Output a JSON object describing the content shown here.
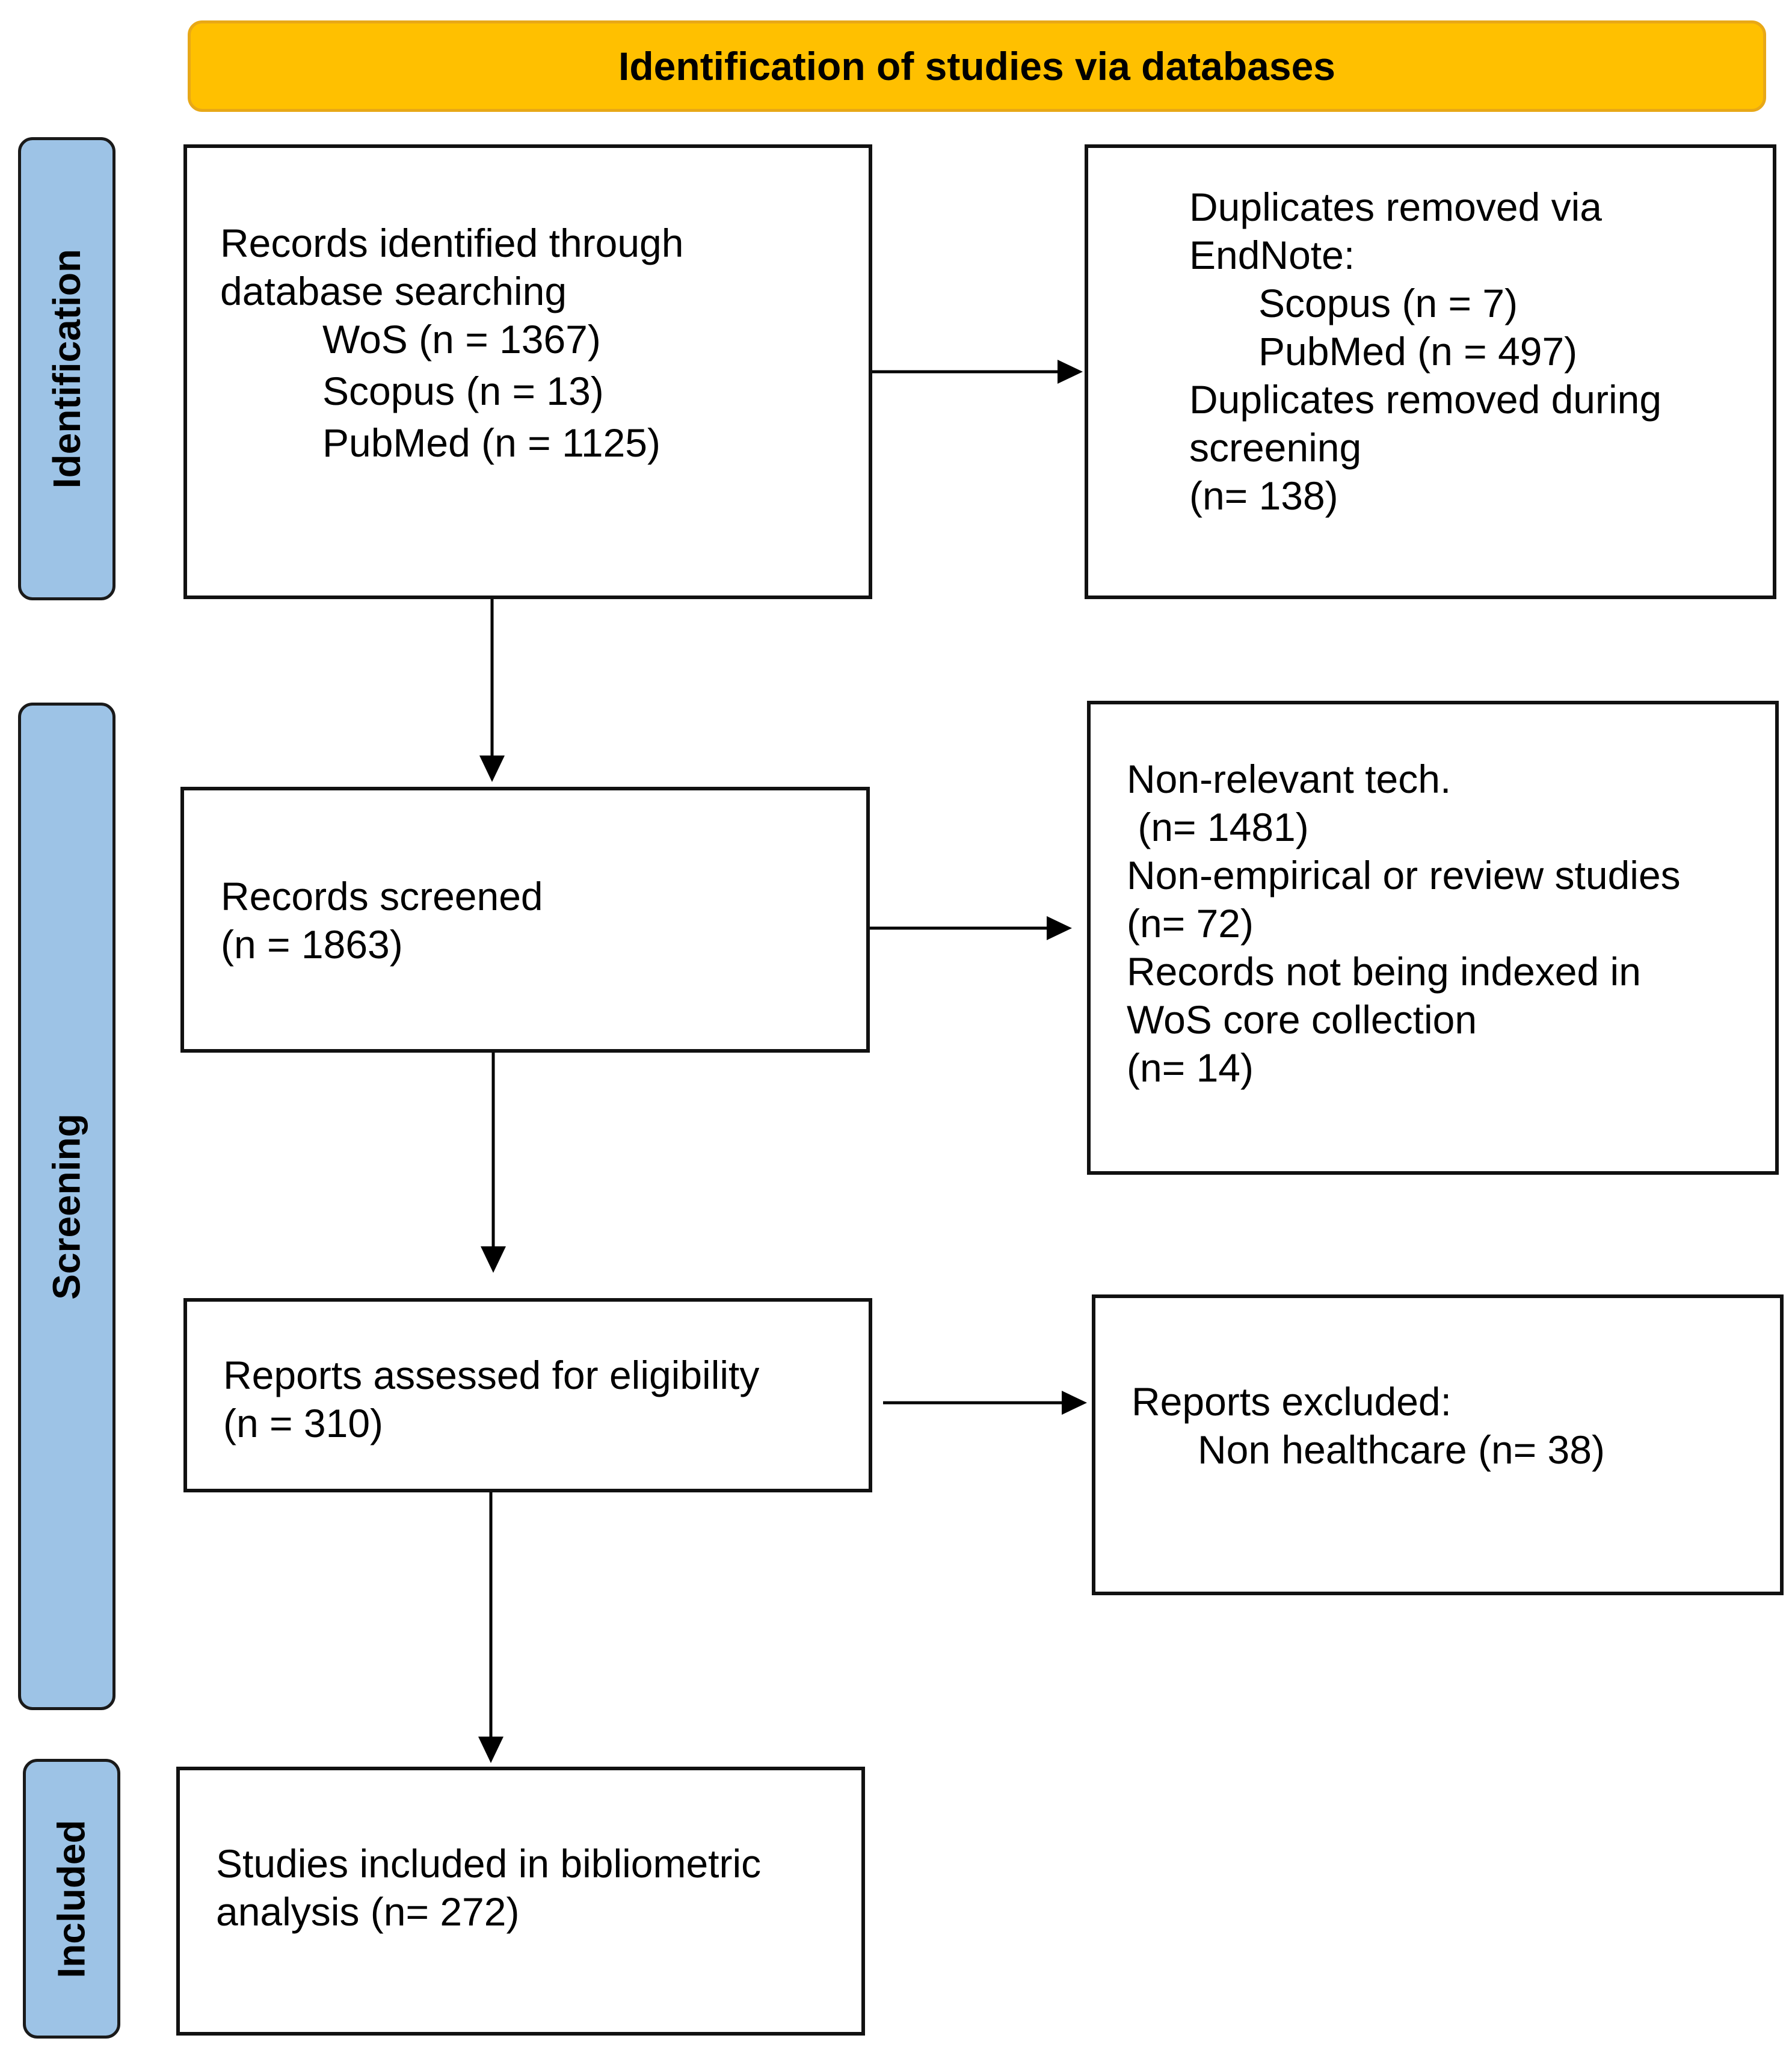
{
  "colors": {
    "header_fill": "#ffc000",
    "stage_fill": "#9dc3e6",
    "box_border": "#111111"
  },
  "header": {
    "title": "Identification of studies via databases"
  },
  "stages": {
    "identification": "Identification",
    "screening": "Screening",
    "included": "Included"
  },
  "records_identified": {
    "line1": "Records identified through",
    "line2": "database searching",
    "wos": "WoS (n = 1367)",
    "scopus": "Scopus (n = 13)",
    "pubmed": "PubMed (n = 1125)"
  },
  "duplicates": {
    "line1": "Duplicates removed via",
    "line2": "EndNote:",
    "scopus": "Scopus (n = 7)",
    "pubmed": "PubMed (n = 497)",
    "line5": "Duplicates removed during",
    "line6": "screening",
    "line7": "(n= 138)"
  },
  "records_screened": {
    "line1": "Records screened",
    "line2": "(n = 1863)"
  },
  "screening_exclusions": {
    "line1": "Non-relevant tech.",
    "line2": " (n= 1481)",
    "line3": "Non-empirical or review studies",
    "line4": "(n= 72)",
    "line5": "Records not being indexed in",
    "line6": "WoS core collection",
    "line7": "(n= 14)"
  },
  "eligibility": {
    "line1": "Reports assessed for eligibility",
    "line2": "(n = 310)"
  },
  "reports_excluded": {
    "line1": "Reports excluded:",
    "line2": "Non healthcare (n= 38)"
  },
  "included": {
    "line1": "Studies included in bibliometric",
    "line2": "analysis (n= 272)"
  }
}
